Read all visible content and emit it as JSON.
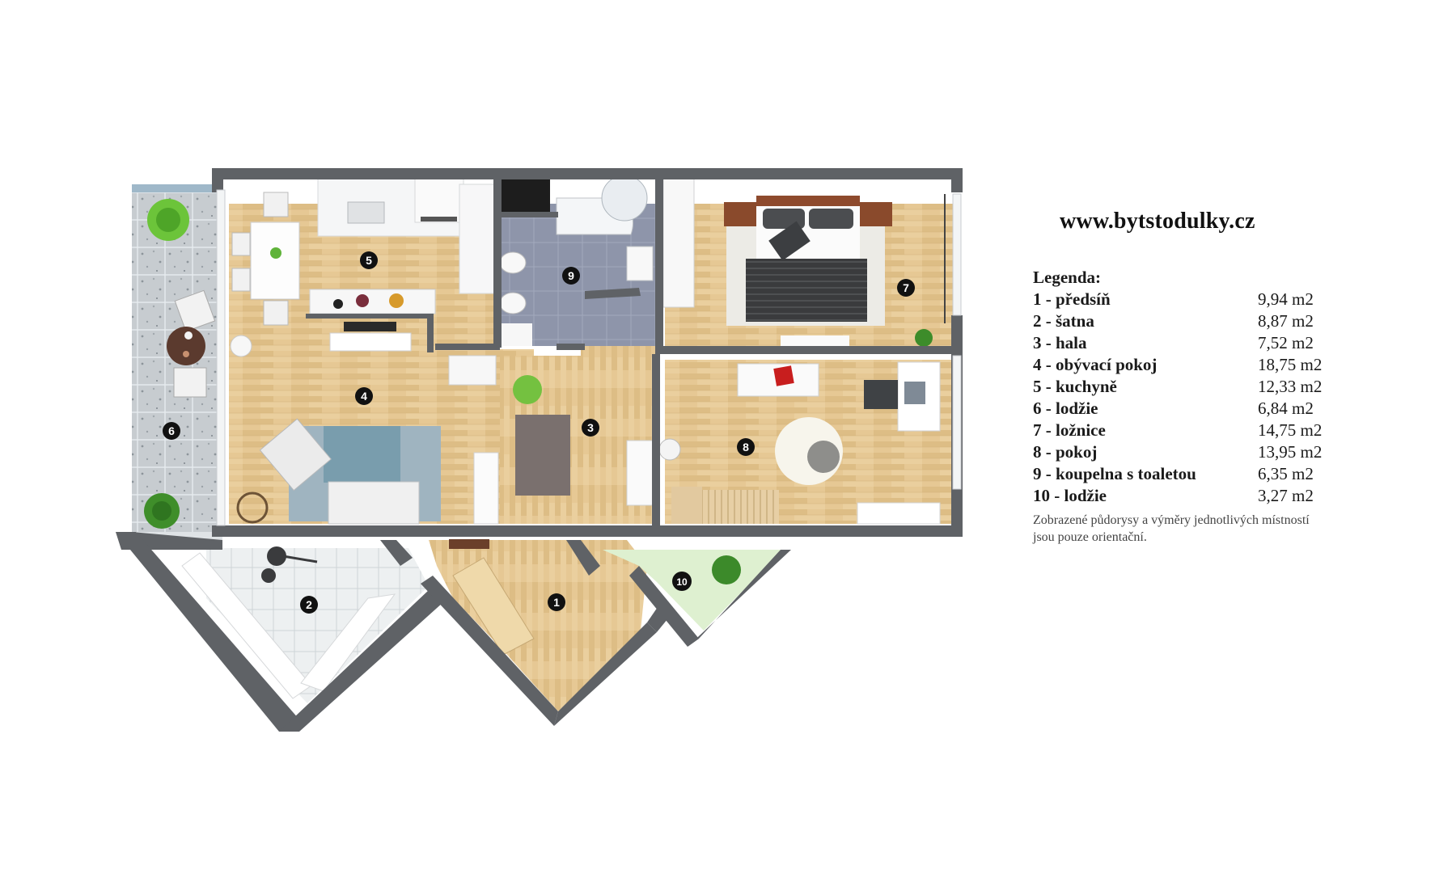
{
  "header": {
    "website": "www.bytstodulky.cz"
  },
  "legend": {
    "title": "Legenda:",
    "rooms": [
      {
        "number": "1",
        "label": "1 - předsíň",
        "area": "9,94 m2"
      },
      {
        "number": "2",
        "label": "2 - šatna",
        "area": "8,87 m2"
      },
      {
        "number": "3",
        "label": "3 - hala",
        "area": "7,52 m2"
      },
      {
        "number": "4",
        "label": "4 - obývací pokoj",
        "area": "18,75 m2"
      },
      {
        "number": "5",
        "label": "5 - kuchyně",
        "area": "12,33 m2"
      },
      {
        "number": "6",
        "label": "6 - lodžie",
        "area": "6,84 m2"
      },
      {
        "number": "7",
        "label": "7 - ložnice",
        "area": "14,75 m2"
      },
      {
        "number": "8",
        "label": "8 - pokoj",
        "area": "13,95 m2"
      },
      {
        "number": "9",
        "label": "9 - koupelna s toaletou",
        "area": "6,35 m2"
      },
      {
        "number": "10",
        "label": "10 - lodžie",
        "area": "3,27 m2"
      }
    ],
    "note": "Zobrazené půdorysy a výměry jednotlivých místností jsou pouze orientační."
  },
  "plan": {
    "markers": {
      "m1": "1",
      "m2": "2",
      "m3": "3",
      "m4": "4",
      "m5": "5",
      "m6": "6",
      "m7": "7",
      "m8": "8",
      "m9": "9",
      "m10": "10"
    },
    "colors": {
      "wall": "#5f6266",
      "wood": "#e3c48f",
      "tile_bath": "#8b93a8",
      "tile_closet": "#e8eced",
      "loggia_stone": "#c9ced2",
      "loggia_green": "#dff0d0",
      "marker": "#111111"
    }
  }
}
